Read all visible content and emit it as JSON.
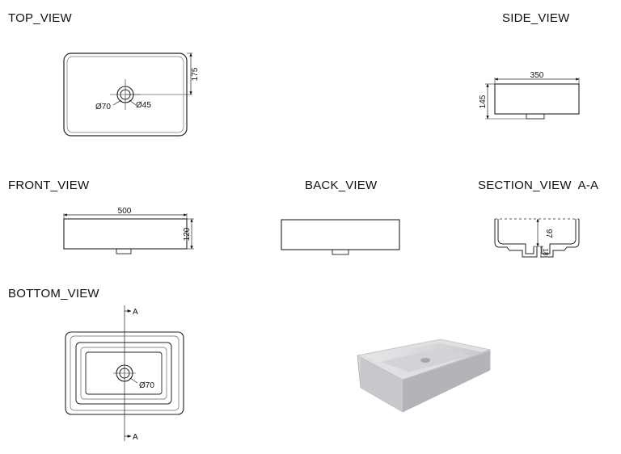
{
  "views": {
    "top": "TOP_VIEW",
    "side": "SIDE_VIEW",
    "front": "FRONT_VIEW",
    "back": "BACK_VIEW",
    "section": "SECTION_VIEW  A-A",
    "bottom": "BOTTOM_VIEW"
  },
  "dimensions": {
    "top_depth": "175",
    "top_outer_dia": "Ø70",
    "top_inner_dia": "Ø45",
    "side_width": "350",
    "side_height": "145",
    "front_width": "500",
    "front_height": "120",
    "section_inner": "97",
    "section_base": "18",
    "bottom_dia": "Ø70",
    "section_marker_top": "A",
    "section_marker_bottom": "A"
  }
}
